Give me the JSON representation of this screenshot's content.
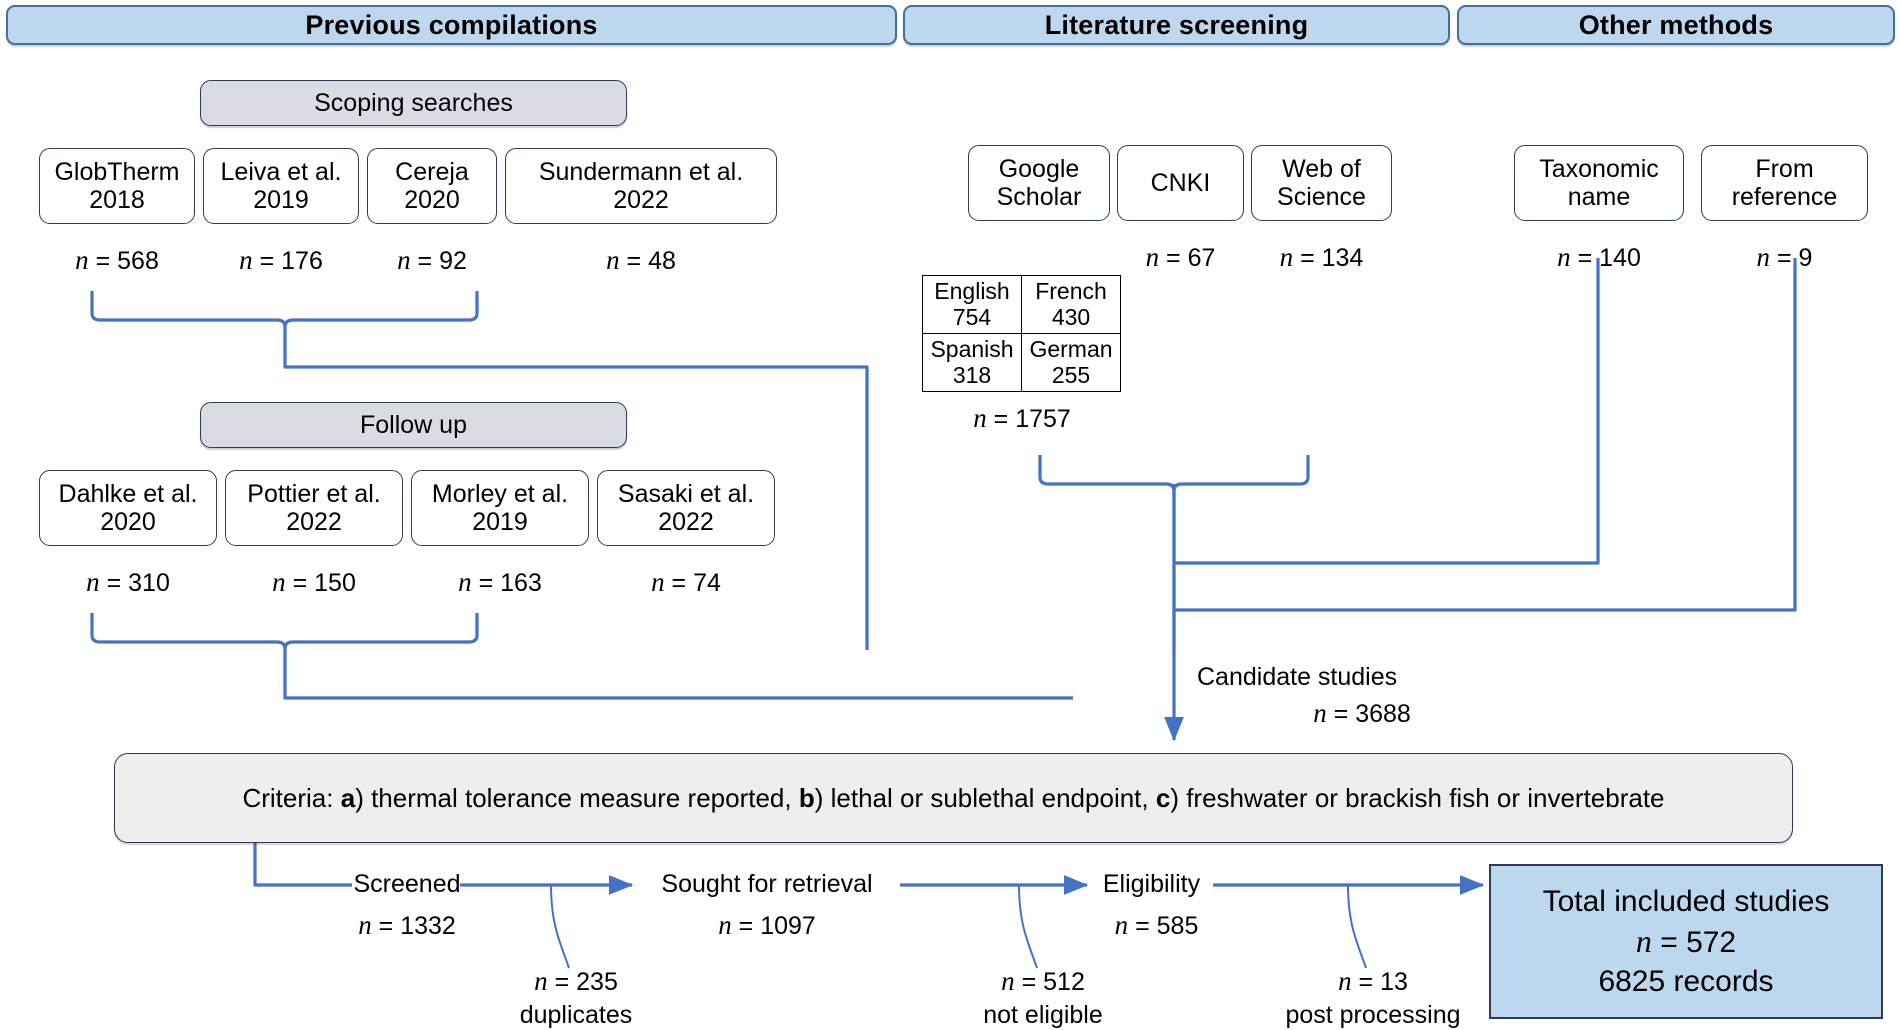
{
  "diagram": {
    "title": "PRISMA-style study selection flow diagram",
    "accent_blue": "#4472c4",
    "banner_fill": "#bdd7ee",
    "banner_border": "#41719c",
    "tab_fill": "#d9dde3",
    "criteria_fill": "#eeeeee"
  },
  "banners": [
    {
      "label": "Previous compilations"
    },
    {
      "label": "Literature screening"
    },
    {
      "label": "Other methods"
    }
  ],
  "sections": {
    "scoping": {
      "label": "Scoping searches"
    },
    "followup": {
      "label": "Follow up"
    }
  },
  "scoping_sources": [
    {
      "line1": "GlobTherm",
      "line2": "2018",
      "n": "568"
    },
    {
      "line1": "Leiva et al.",
      "line2": "2019",
      "n": "176"
    },
    {
      "line1": "Cereja",
      "line2": "2020",
      "n": "92"
    },
    {
      "line1": "Sundermann et al.",
      "line2": "2022",
      "n": "48"
    }
  ],
  "followup_sources": [
    {
      "line1": "Dahlke et al.",
      "line2": "2020",
      "n": "310"
    },
    {
      "line1": "Pottier et al.",
      "line2": "2022",
      "n": "150"
    },
    {
      "line1": "Morley et al.",
      "line2": "2019",
      "n": "163"
    },
    {
      "line1": "Sasaki et al.",
      "line2": "2022",
      "n": "74"
    }
  ],
  "literature_sources": [
    {
      "line1": "Google",
      "line2": "Scholar",
      "n": ""
    },
    {
      "line1": "CNKI",
      "line2": "",
      "n": "67"
    },
    {
      "line1": "Web of",
      "line2": "Science",
      "n": "134"
    }
  ],
  "other_sources": [
    {
      "line1": "Taxonomic",
      "line2": "name",
      "n": "140"
    },
    {
      "line1": "From",
      "line2": "reference",
      "n": "9"
    }
  ],
  "language_table": {
    "rows": [
      [
        {
          "language": "English",
          "count": "754"
        },
        {
          "language": "French",
          "count": "430"
        }
      ],
      [
        {
          "language": "Spanish",
          "count": "318"
        },
        {
          "language": "German",
          "count": "255"
        }
      ]
    ],
    "total_n": "1757"
  },
  "candidate": {
    "label": "Candidate studies",
    "n": "3688"
  },
  "criteria": {
    "prefix": "Criteria: ",
    "a_marker": "a",
    "a_text": ") thermal tolerance measure reported, ",
    "b_marker": "b",
    "b_text": ") lethal or sublethal endpoint, ",
    "c_marker": "c",
    "c_text": ") freshwater or brackish fish or invertebrate"
  },
  "stages": [
    {
      "label": "Screened",
      "n": "1332"
    },
    {
      "label": "Sought for retrieval",
      "n": "1097"
    },
    {
      "label": "Eligibility",
      "n": "585"
    }
  ],
  "exclusions": [
    {
      "n": "235",
      "reason": "duplicates"
    },
    {
      "n": "512",
      "reason": "not eligible"
    },
    {
      "n": "13",
      "reason": "post processing"
    }
  ],
  "total": {
    "label": "Total included studies",
    "n": "572",
    "records": "6825 records"
  },
  "symbols": {
    "n_italic": "n",
    "equals": " = "
  }
}
